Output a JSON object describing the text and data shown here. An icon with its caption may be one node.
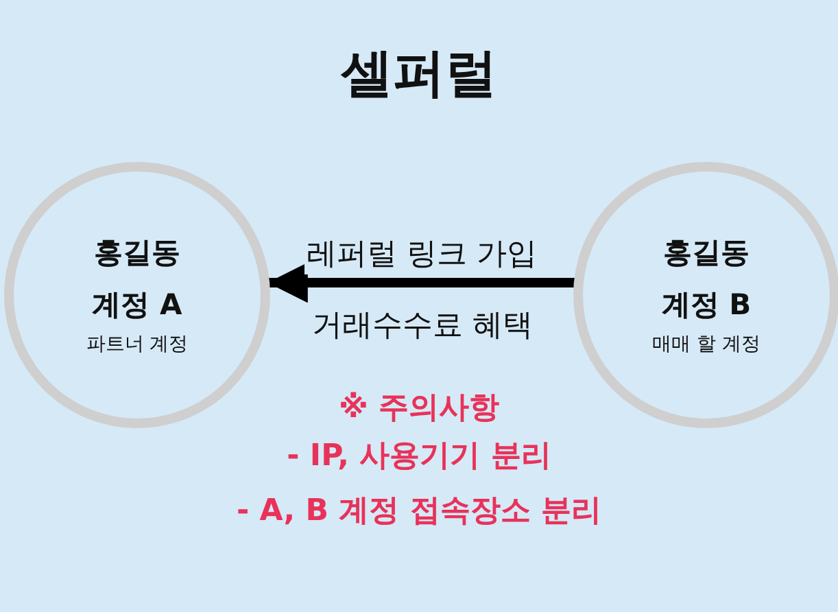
{
  "diagram": {
    "title": "셀퍼럴",
    "nodes": [
      {
        "text": [
          "홍길동",
          "계정 A",
          "파트너 계정"
        ]
      },
      {
        "text": [
          "홍길동",
          "계정 B",
          "매매 할 계정"
        ]
      }
    ],
    "edges": [
      {
        "from": 1,
        "to": 0,
        "arrow": "to",
        "label": "레퍼럴 링크 가입"
      }
    ],
    "labels": [
      "거래수수료 혜택",
      "※ 주의사항",
      "- IP, 사용기기 분리",
      "- A, B 계정 접속장소 분리"
    ]
  }
}
